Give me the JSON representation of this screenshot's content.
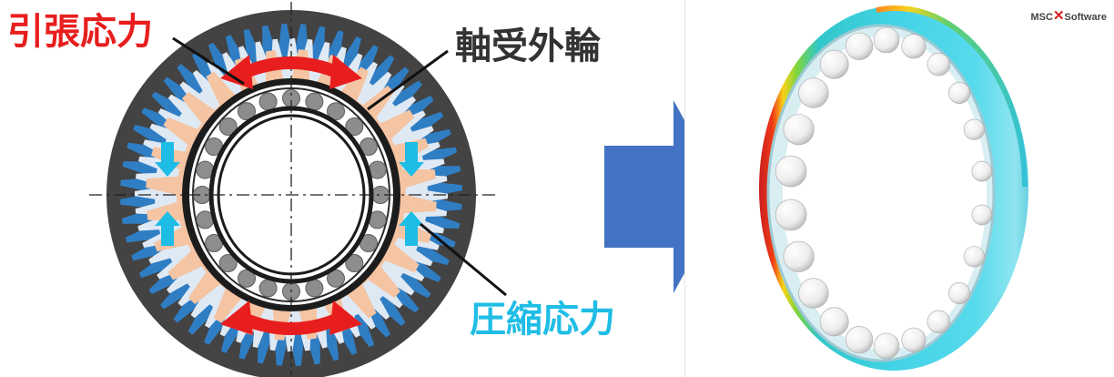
{
  "labels": {
    "tensile_stress": "引張応力",
    "outer_ring": "軸受外輪",
    "compressive_stress": "圧縮応力"
  },
  "logo": {
    "text_a": "MSC",
    "text_b": "Software",
    "mark": "x-mark-icon"
  },
  "colors": {
    "tensile": "#e81e1e",
    "compressive": "#1fbde6",
    "outer_label": "#333333",
    "gear_blue": "#2f7ec4",
    "gear_orange": "#f5c4a2",
    "housing": "#434343",
    "arrow_block": "#4472c4"
  },
  "icons": [
    "tension-arrow-icon",
    "compression-arrow-icon",
    "direction-arrow-icon"
  ]
}
